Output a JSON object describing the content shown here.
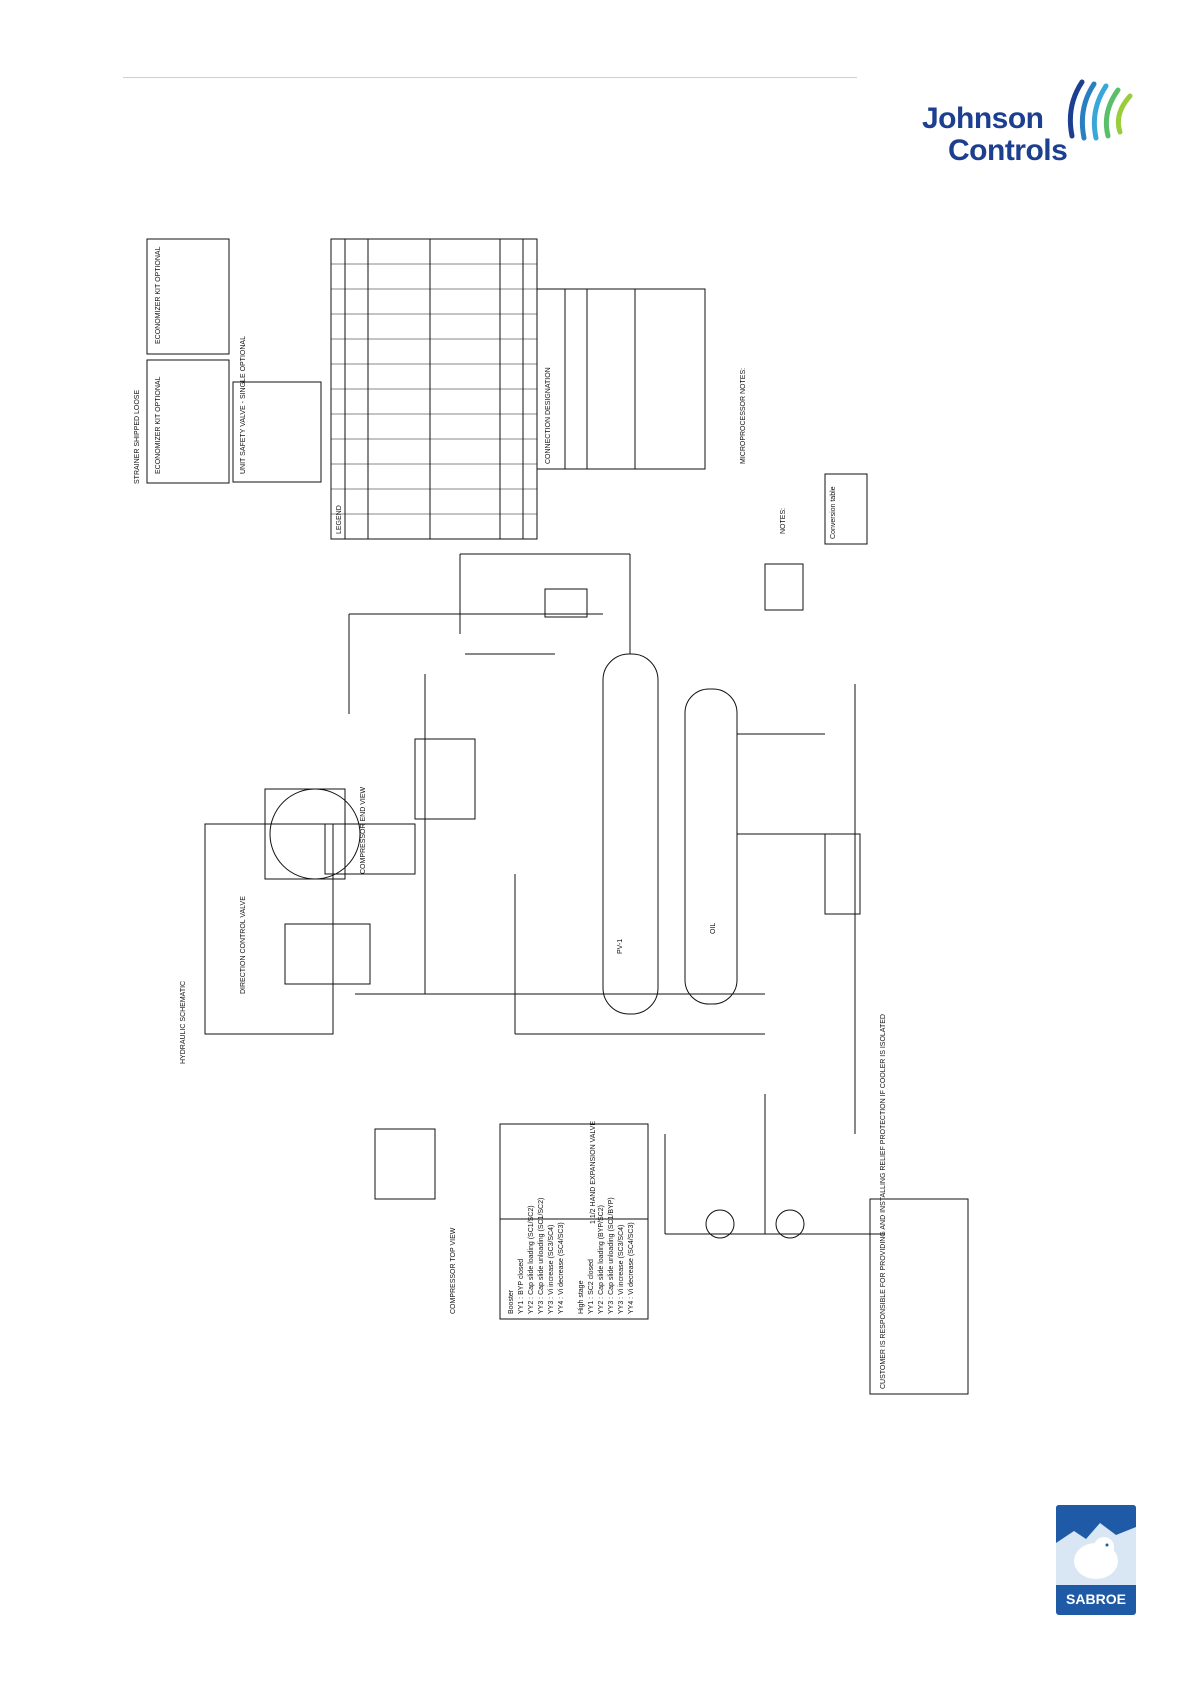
{
  "brand": {
    "line1": "Johnson",
    "line2": "Controls",
    "color": "#1d3f8f",
    "mark_colors": [
      "#1d3f8f",
      "#2a7fc1",
      "#3aa7d9",
      "#5bbf6a",
      "#9acd3a"
    ]
  },
  "sabroe": {
    "label": "SABROE",
    "color": "#1f5aa6"
  },
  "diagram": {
    "hydraulic_schematic": "HYDRAULIC SCHEMATIC",
    "direction_control_valve": "DIRECTION CONTROL VALVE",
    "compressor_top_view": "COMPRESSOR TOP VIEW",
    "compressor_end_view": "COMPRESSOR END VIEW",
    "separator_label": "PV-1",
    "receiver_label": "OIL",
    "economizer_kit_1": "ECONOMIZER KIT OPTIONAL",
    "economizer_kit_2": "ECONOMIZER KIT OPTIONAL",
    "unit_safety_valve": "UNIT SAFETY VALVE - SINGLE OPTIONAL",
    "strainer": "STRAINER SHIPPED LOOSE",
    "legend_title": "LEGEND",
    "connection_title": "CONNECTION DESIGNATION",
    "conversion_title": "Conversion table",
    "hand_expansion": "1 1/2 HAND EXPANSION VALVE",
    "customer_note": "CUSTOMER IS RESPONSIBLE FOR PROVIDING AND INSTALLING RELIEF PROTECTION IF COOLER IS ISOLATED",
    "booster_title": "Booster",
    "booster_rows": [
      "YY1 : BYP closed",
      "YY2 : Cap slide loading (SC1/SC2)",
      "YY3 : Cap slide unloading (SC1/SC2)",
      "YY3 : Vi increase (SC3/SC4)",
      "YY4 : Vi decrease (SC4/SC3)"
    ],
    "highstage_title": "High stage",
    "highstage_rows": [
      "YY1 : SC2 closed",
      "YY2 : Cap slide loading (BYP/SC2)",
      "YY3 : Cap slide unloading (SC1/BYP)",
      "YY3 : Vi increase (SC3/SC4)",
      "YY4 : Vi decrease (SC4/SC3)"
    ],
    "microprocessor_notes": "MICROPROCESSOR NOTES:",
    "notes": "NOTES:"
  }
}
